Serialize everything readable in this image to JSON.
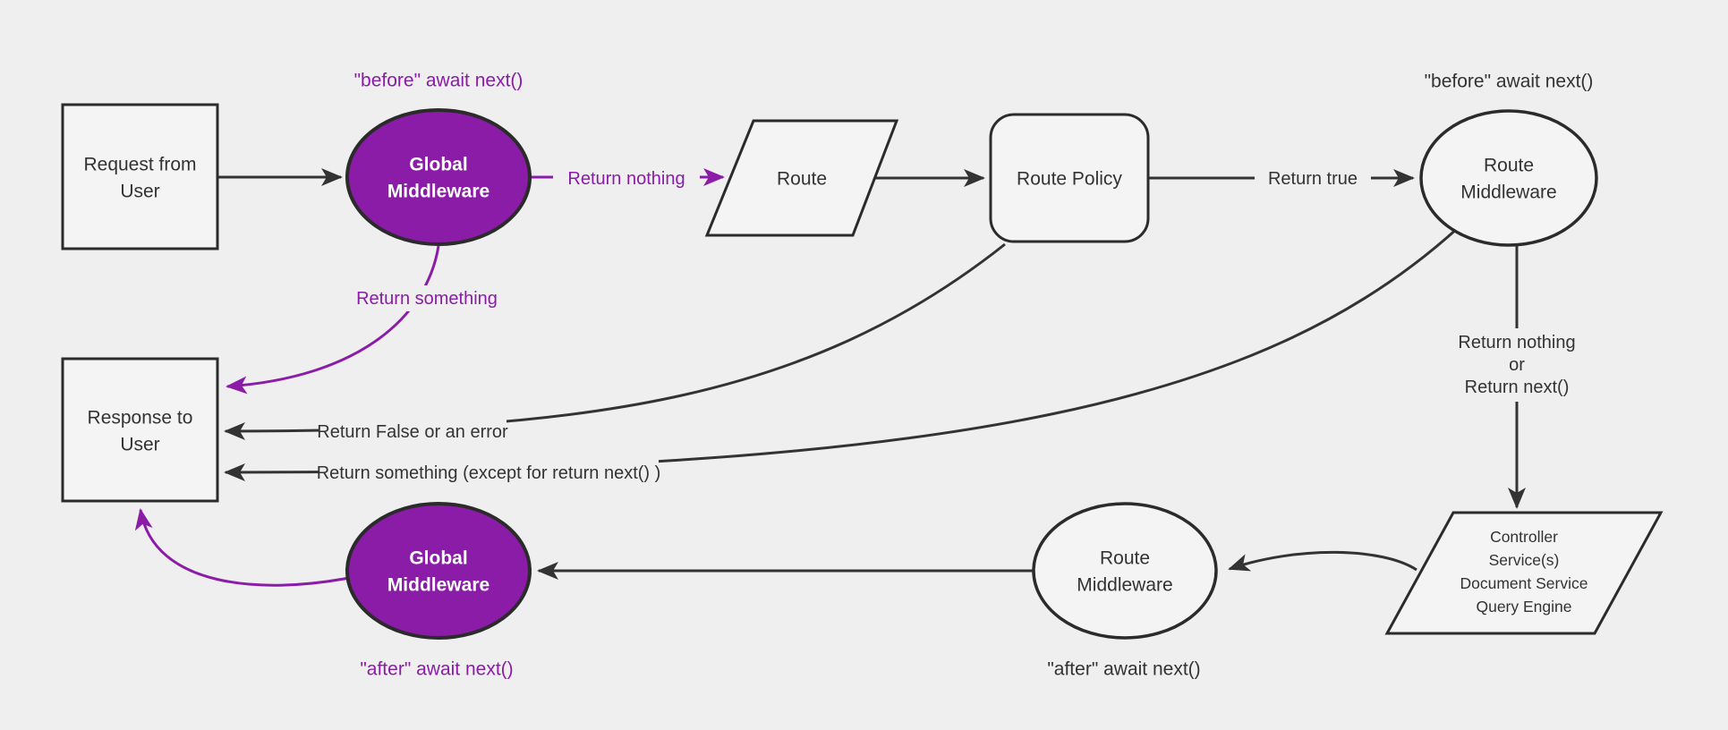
{
  "colors": {
    "background": "#EFEFEF",
    "node_fill": "#F4F4F4",
    "border": "#2B2B2B",
    "line": "#333333",
    "purple": "#8A1CA8",
    "text": "#333333",
    "text_on_purple": "#FFFFFF"
  },
  "nodes": {
    "request": {
      "line1": "Request from",
      "line2": "User"
    },
    "global_middleware_top": {
      "line1": "Global",
      "line2": "Middleware"
    },
    "route": {
      "label": "Route"
    },
    "route_policy": {
      "label": "Route Policy"
    },
    "route_middleware_top": {
      "line1": "Route",
      "line2": "Middleware"
    },
    "controller": {
      "line1": "Controller",
      "line2": "Service(s)",
      "line3": "Document Service",
      "line4": "Query Engine"
    },
    "route_middleware_bottom": {
      "line1": "Route",
      "line2": "Middleware"
    },
    "global_middleware_bottom": {
      "line1": "Global",
      "line2": "Middleware"
    },
    "response": {
      "line1": "Response to",
      "line2": "User"
    }
  },
  "annotations": {
    "before_global": "\"before\" await next()",
    "before_route": "\"before\" await next()",
    "after_global": "\"after\" await next()",
    "after_route": "\"after\" await next()"
  },
  "edge_labels": {
    "return_nothing": "Return nothing",
    "return_true": "Return true",
    "return_nothing_or_1": "Return nothing",
    "return_nothing_or_2": "or",
    "return_nothing_or_3": "Return next()",
    "return_something": "Return something",
    "return_false": "Return False or an error",
    "return_something_except": "Return something (except for return next() )"
  }
}
